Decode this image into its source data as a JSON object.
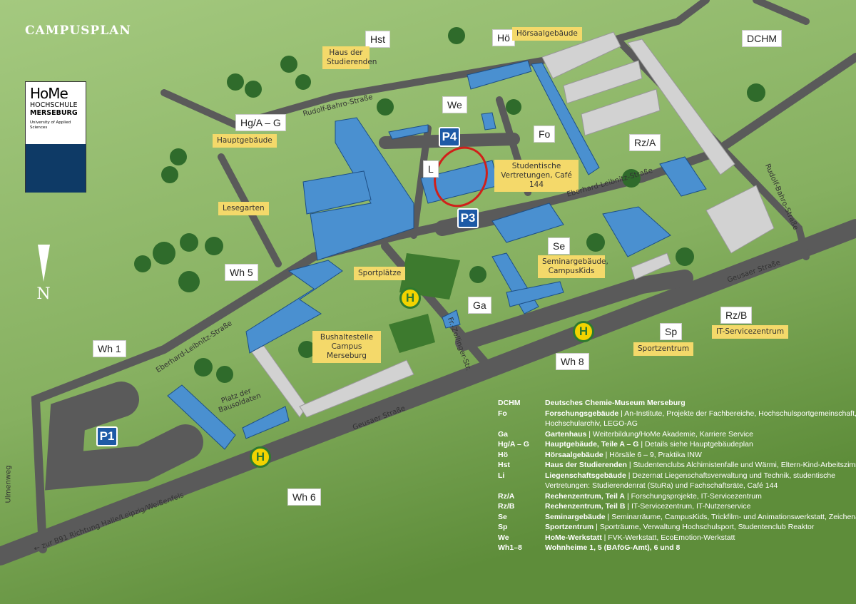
{
  "title": "CAMPUSPLAN",
  "logo": {
    "name": "HoMe",
    "line1": "HOCHSCHULE",
    "line2": "MERSEBURG",
    "line3": "University of Applied Sciences"
  },
  "compass": "N",
  "building_codes": {
    "hst": "Hst",
    "hoe": "Hö",
    "dchm": "DCHM",
    "we": "We",
    "hg": "Hg/A – G",
    "l": "L",
    "fo": "Fo",
    "rza": "Rz/A",
    "se": "Se",
    "wh5": "Wh 5",
    "ga": "Ga",
    "wh1": "Wh 1",
    "wh8": "Wh 8",
    "sp": "Sp",
    "rzb": "Rz/B",
    "wh6": "Wh 6"
  },
  "place_labels": {
    "hst": "Haus der Studierenden",
    "hoe": "Hörsaalgebäude",
    "hg": "Hauptgebäude",
    "li": "Studentische Vertretungen, Café 144",
    "lesegarten": "Lesegarten",
    "se": "Seminargebäude, CampusKids",
    "sportplaetze": "Sportplätze",
    "bus": "Bushaltestelle Campus Merseburg",
    "sp": "Sportzentrum",
    "rzb": "IT-Servicezentrum"
  },
  "parking": {
    "p1": "P1",
    "p3": "P3",
    "p4": "P4"
  },
  "bus_stop_symbol": "H",
  "streets": {
    "rudolf1": "Rudolf-Bahro-Straße",
    "rudolf2": "Rudolf-Bahro-Straße",
    "eberhard1": "Eberhard-Leibnitz-Straße",
    "eberhard2": "Eberhard-Leibnitz-Straße",
    "geusaer1": "Geusaer Straße",
    "geusaer2": "Geusaer Straße",
    "zollinger": "Fr.-Zollinger-Str.",
    "platz": "Platz der Bausoldaten",
    "ulmenweg": "Ulmenweg",
    "b91": "← zur B91 Richtung Halle/Leipzig/Weißenfels"
  },
  "legend": [
    {
      "code": "DCHM",
      "name": "Deutsches Chemie-Museum Merseburg",
      "desc": ""
    },
    {
      "code": "Fo",
      "name": "Forschungsgebäude",
      "desc": "An-Institute, Projekte der Fachbereiche, Hochschulsportgemeinschaft, Hochschularchiv, LEGO-AG"
    },
    {
      "code": "Ga",
      "name": "Gartenhaus",
      "desc": "Weiterbildung/HoMe Akademie, Karriere Service"
    },
    {
      "code": "Hg/A – G",
      "name": "Hauptgebäude, Teile A – G",
      "desc": "Details siehe Hauptgebäudeplan"
    },
    {
      "code": "Hö",
      "name": "Hörsaalgebäude",
      "desc": "Hörsäle 6 – 9, Praktika INW"
    },
    {
      "code": "Hst",
      "name": "Haus der Studierenden",
      "desc": "Studentenclubs Alchimistenfalle und Wärmi, Eltern-Kind-Arbeitszimmer"
    },
    {
      "code": "Li",
      "name": "Liegenschaftsgebäude",
      "desc": "Dezernat Liegenschaftsverwaltung und Technik, studentische Vertretungen: Studierendenrat (StuRa) und Fachschaftsräte, Café 144"
    },
    {
      "code": "Rz/A",
      "name": "Rechenzentrum, Teil A",
      "desc": "Forschungsprojekte, IT-Servicezentrum"
    },
    {
      "code": "Rz/B",
      "name": "Rechenzentrum, Teil B",
      "desc": "IT-Servicezentrum, IT-Nutzerservice"
    },
    {
      "code": "Se",
      "name": "Seminargebäude",
      "desc": "Seminarräume, CampusKids, Trickfilm- und Animationswerkstatt, Zeichenatelier"
    },
    {
      "code": "Sp",
      "name": "Sportzentrum",
      "desc": "Sporträume, Verwaltung Hochschulsport, Studentenclub Reaktor"
    },
    {
      "code": "We",
      "name": "HoMe-Werkstatt",
      "desc": "FVK-Werkstatt, EcoEmotion-Werkstatt"
    },
    {
      "code": "Wh1–8",
      "name": "Wohnheime 1, 5 (BAföG-Amt), 6 und 8",
      "desc": ""
    }
  ],
  "colors": {
    "grass": "#9cc47a",
    "road": "#555",
    "building": "#4a90d0",
    "grey_building": "#cfcfcf",
    "label": "#f4d96a",
    "annotation": "#d0201a"
  }
}
